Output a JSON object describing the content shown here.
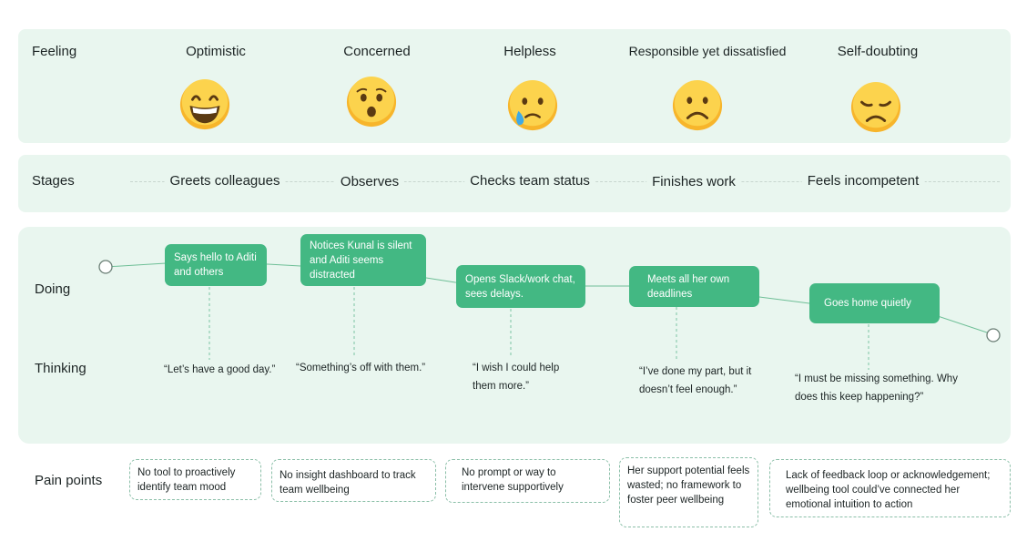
{
  "rows": {
    "feeling": "Feeling",
    "stages": "Stages",
    "doing": "Doing",
    "thinking": "Thinking",
    "pain_points": "Pain points"
  },
  "feelings": [
    {
      "label": "Optimistic",
      "icon": "grinning-face-icon"
    },
    {
      "label": "Concerned",
      "icon": "hushed-face-icon"
    },
    {
      "label": "Helpless",
      "icon": "crying-face-icon"
    },
    {
      "label": "Responsible yet dissatisfied",
      "icon": "frowning-face-icon"
    },
    {
      "label": "Self-doubting",
      "icon": "disappointed-face-icon"
    }
  ],
  "stages": [
    "Greets colleagues",
    "Observes",
    "Checks team status",
    "Finishes work",
    "Feels incompetent"
  ],
  "doing": [
    "Says hello to Aditi and others",
    "Notices Kunal is silent and Aditi seems distracted",
    "Opens Slack/work chat, sees delays.",
    "Meets all her own deadlines",
    "Goes home quietly"
  ],
  "thinking": [
    "“Let’s have a good day.”",
    "“Something’s off with them.”",
    "“I wish I could help them more.”",
    "“I’ve done my part, but it doesn’t feel enough.”",
    "“I must be missing something. Why does this keep happening?”"
  ],
  "pain_points": [
    "No tool to proactively identify team mood",
    "No insight dashboard to track team wellbeing",
    "No prompt or way to intervene supportively",
    "Her support potential feels wasted; no framework to foster peer wellbeing",
    "Lack of feedback loop or acknowledgement; wellbeing tool could’ve connected her emotional intuition to action"
  ],
  "colors": {
    "band": "#e9f6ef",
    "accent": "#43b883",
    "face": "#f7b52b",
    "line": "#6fbf97"
  }
}
